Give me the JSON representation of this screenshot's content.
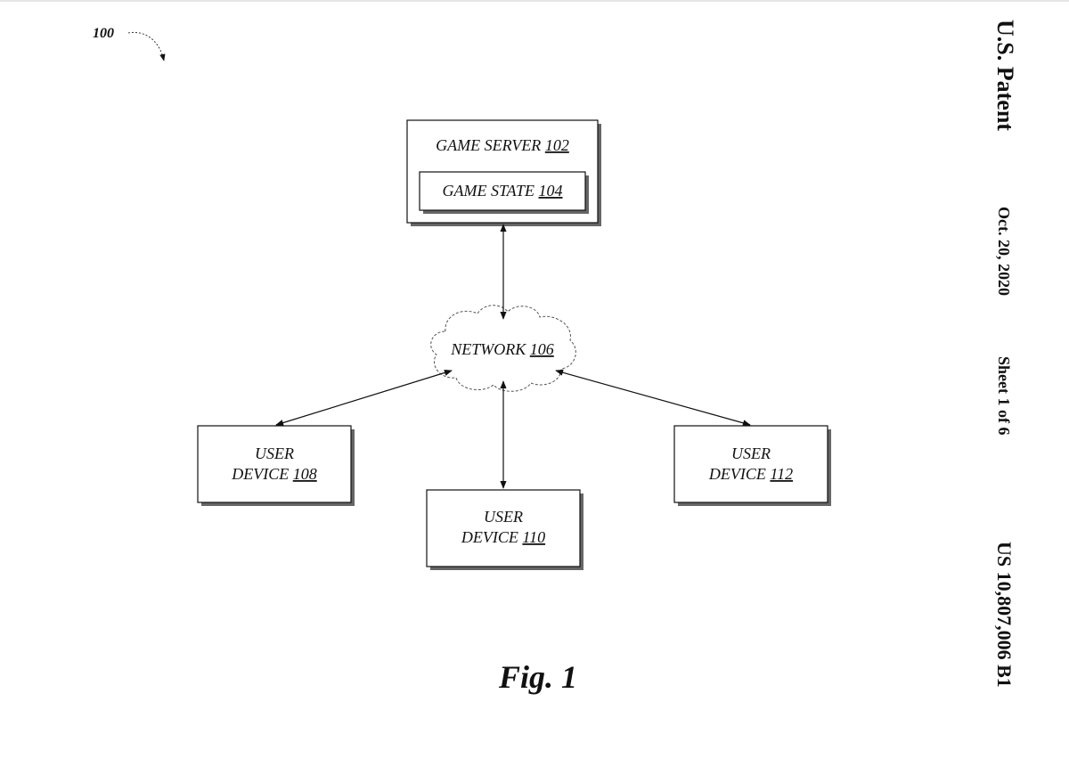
{
  "header": {
    "publication": "U.S. Patent",
    "date": "Oct. 20, 2020",
    "sheet": "Sheet 1 of 6",
    "patent_number": "US 10,807,006 B1"
  },
  "figure": {
    "ref_number": "100",
    "caption": "Fig. 1"
  },
  "nodes": {
    "game_server": {
      "label": "GAME SERVER",
      "ref": "102"
    },
    "game_state": {
      "label": "GAME STATE",
      "ref": "104"
    },
    "network": {
      "label": "NETWORK",
      "ref": "106"
    },
    "user_device_108": {
      "line1": "USER",
      "line2": "DEVICE",
      "ref": "108"
    },
    "user_device_110": {
      "line1": "USER",
      "line2": "DEVICE",
      "ref": "110"
    },
    "user_device_112": {
      "line1": "USER",
      "line2": "DEVICE",
      "ref": "112"
    }
  },
  "colors": {
    "ink": "#111111",
    "shadow": "#555555",
    "background": "#ffffff"
  }
}
